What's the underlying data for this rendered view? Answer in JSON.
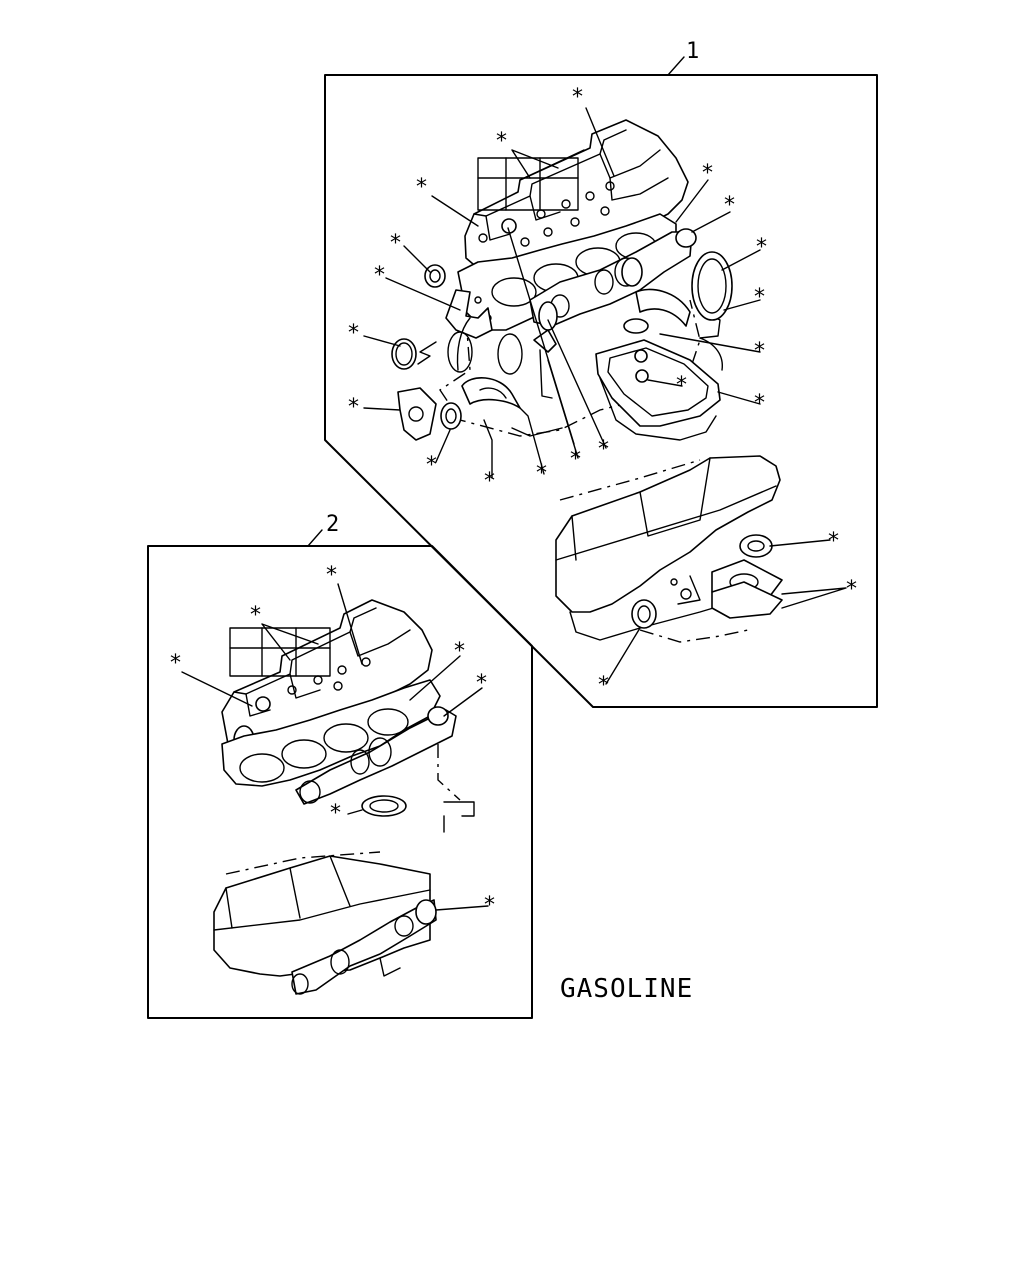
{
  "kit_1": {
    "callout": "1"
  },
  "kit_2": {
    "callout": "2"
  },
  "caption": "GASOLINE",
  "kit_marker": "*"
}
